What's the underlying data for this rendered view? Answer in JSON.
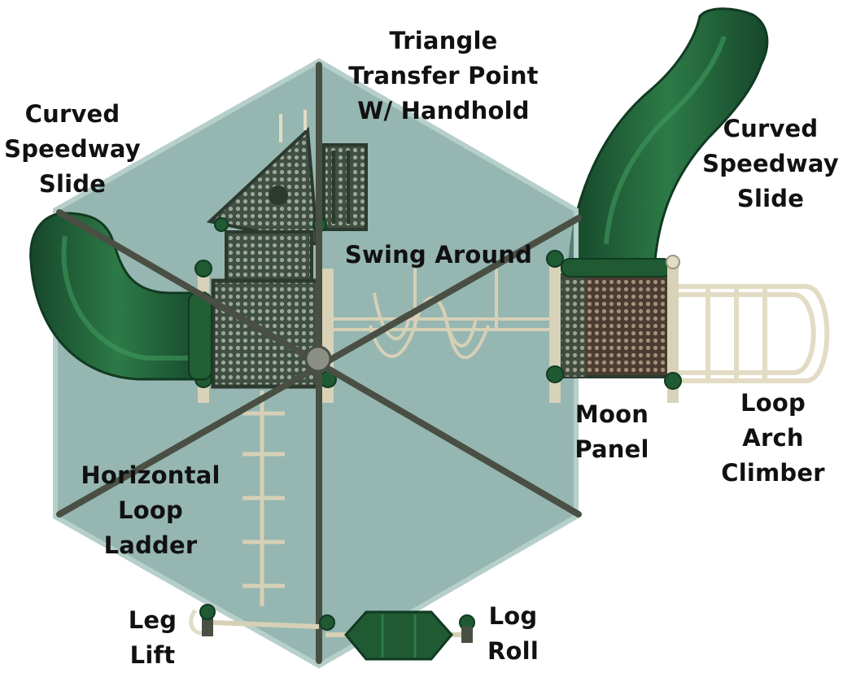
{
  "colors": {
    "canopy_fill": "#6d9a93",
    "canopy_edge": "#a9c6c1",
    "deck_mesh": "#5a6b5c",
    "moon_panel": "#6b5a4a",
    "plastic_green": "#1f5a32",
    "frame_tan": "#e2dcc4",
    "pole": "#4a4f44",
    "text": "#111111"
  },
  "labels": {
    "triangle_transfer": [
      "Triangle",
      "Transfer Point",
      "W/ Handhold"
    ],
    "curved_slide_left": [
      "Curved",
      "Speedway",
      "Slide"
    ],
    "curved_slide_right": [
      "Curved",
      "Speedway",
      "Slide"
    ],
    "swing_around": [
      "Swing Around"
    ],
    "moon_panel": [
      "Moon",
      "Panel"
    ],
    "loop_arch_climber": [
      "Loop",
      "Arch",
      "Climber"
    ],
    "horizontal_loop_ladder": [
      "Horizontal",
      "Loop",
      "Ladder"
    ],
    "leg_lift": [
      "Leg",
      "Lift"
    ],
    "log_roll": [
      "Log",
      "Roll"
    ]
  }
}
